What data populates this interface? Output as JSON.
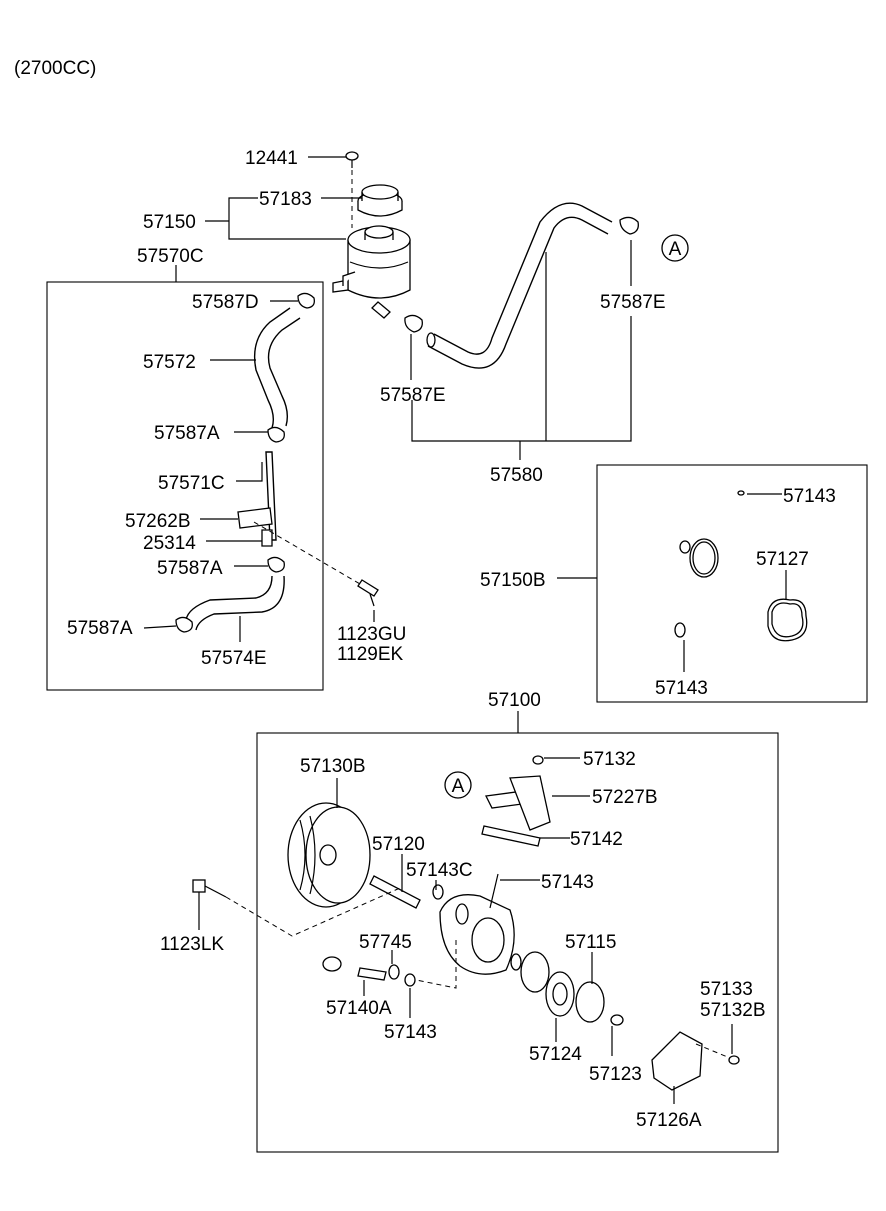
{
  "header": {
    "engine": "(2700CC)"
  },
  "callouts": {
    "c12441": "12441",
    "c57183": "57183",
    "c57150": "57150",
    "c57570C": "57570C",
    "c57587D": "57587D",
    "c57572": "57572",
    "c57587A_1": "57587A",
    "c57571C": "57571C",
    "c57262B": "57262B",
    "c25314": "25314",
    "c57587A_2": "57587A",
    "c57587A_3": "57587A",
    "c57574E": "57574E",
    "c1123GU": "1123GU",
    "c1129EK": "1129EK",
    "c57587E_left": "57587E",
    "c57587E_right": "57587E",
    "c57580": "57580",
    "c57143_top": "57143",
    "c57127": "57127",
    "c57150B": "57150B",
    "c57143_kit": "57143",
    "c57100": "57100",
    "c57130B": "57130B",
    "c57132": "57132",
    "c57227B": "57227B",
    "c57142": "57142",
    "c57120": "57120",
    "c57143C": "57143C",
    "c57143_mid": "57143",
    "c1123LK": "1123LK",
    "c57745": "57745",
    "c57115": "57115",
    "c57140A": "57140A",
    "c57143_low": "57143",
    "c57133": "57133",
    "c57132B": "57132B",
    "c57124": "57124",
    "c57123": "57123",
    "c57126A": "57126A"
  },
  "markers": {
    "ref_a1": "A",
    "ref_a2": "A"
  }
}
